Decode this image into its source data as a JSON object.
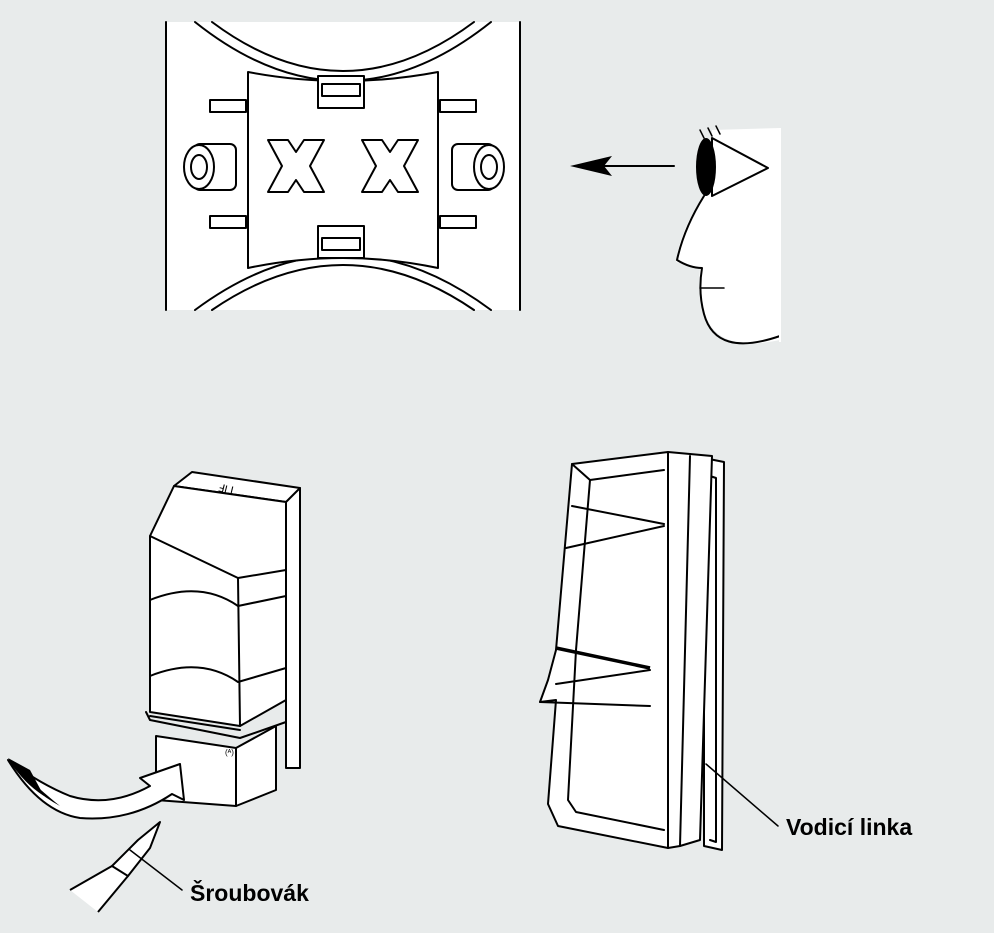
{
  "labels": {
    "screwdriver": "Šroubovák",
    "guide_line": "Vodicí linka"
  },
  "icons": [
    "mounting-plate-front-view",
    "eye-arrow-icon",
    "face-profile-icon",
    "detector-front-view",
    "screwdriver-icon",
    "detector-side-view"
  ],
  "colors": {
    "background": "#e8ebeb",
    "line": "#000000",
    "fill": "#ffffff"
  }
}
